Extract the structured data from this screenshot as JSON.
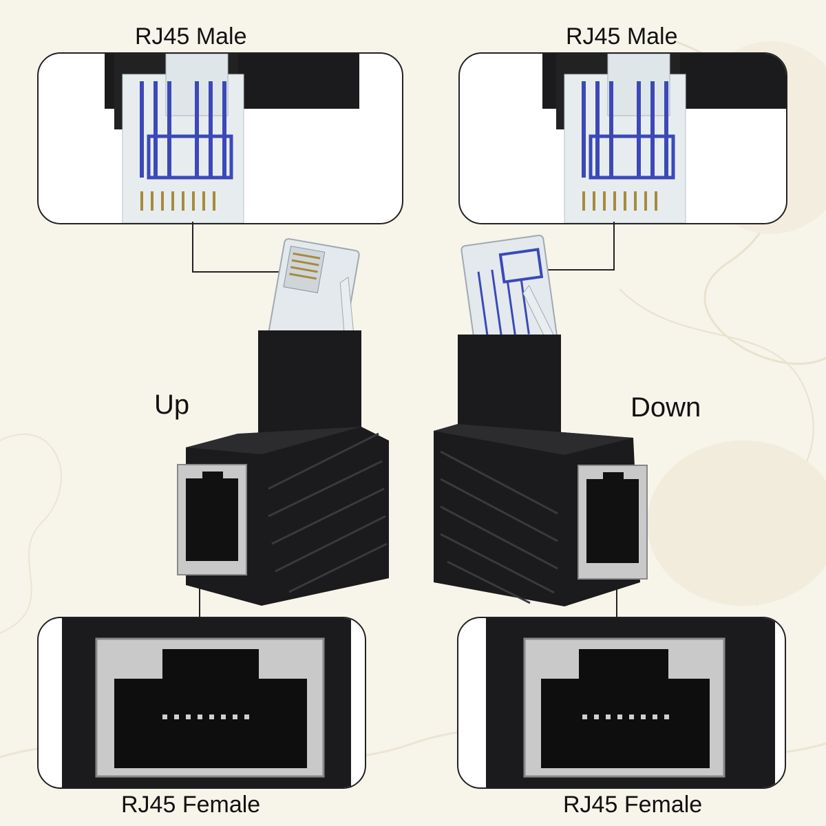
{
  "labels": {
    "top_left": "RJ45 Male",
    "top_right": "RJ45 Male",
    "up": "Up",
    "down": "Down",
    "bottom_left": "RJ45 Female",
    "bottom_right": "RJ45 Female"
  },
  "colors": {
    "background": "#f7f4ea",
    "adapter_body": "#1b1b1d",
    "plug_clear": "#dfe6ea",
    "wire_blue": "#3b49b8",
    "metal": "#c9c9c9"
  }
}
